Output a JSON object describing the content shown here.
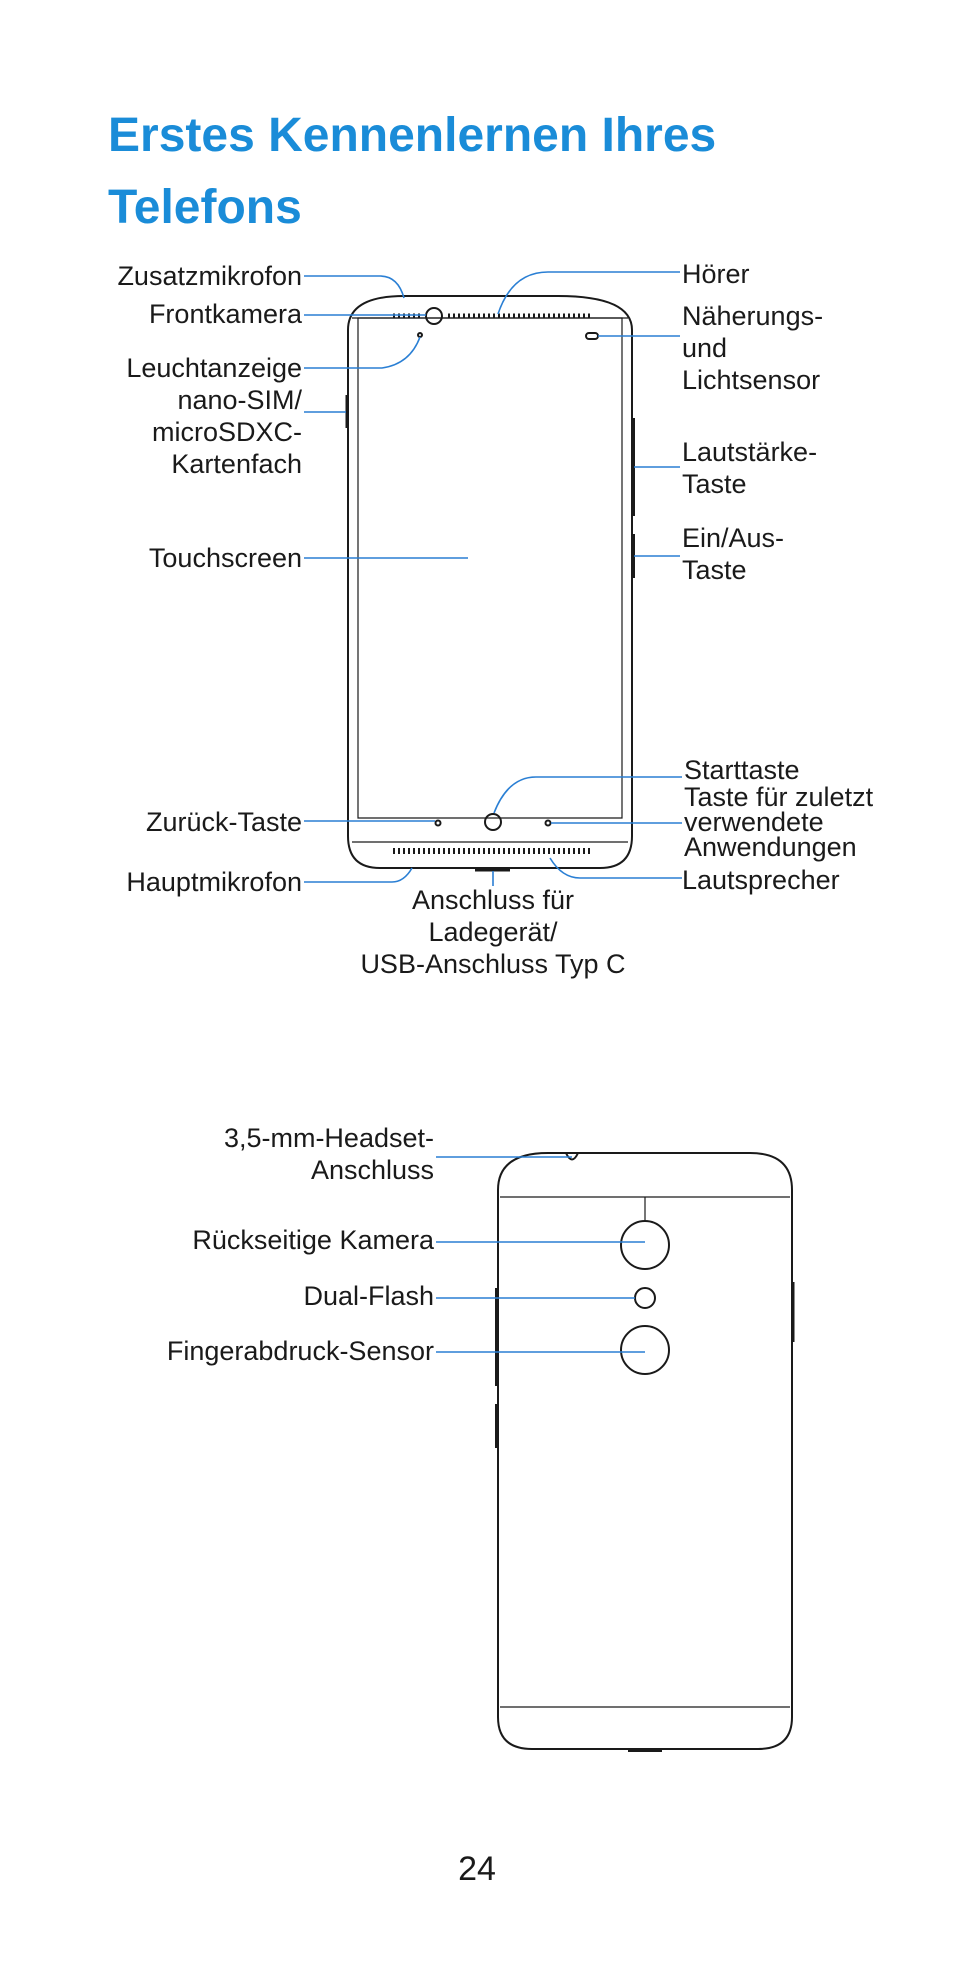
{
  "colors": {
    "accent": "#1a8cd8",
    "leader_line": "#2a7fd4",
    "device_outline": "#1a1a1a"
  },
  "title": "Erstes Kennenlernen Ihres Telefons",
  "front_labels": {
    "zusatzmikrofon": "Zusatzmikrofon",
    "frontkamera": "Frontkamera",
    "leuchtanzeige": "Leuchtanzeige",
    "kartenfach": "nano-SIM/\nmicroSDXC-\nKartenfach",
    "touchscreen": "Touchscreen",
    "zurueck": "Zurück-Taste",
    "hauptmikrofon": "Hauptmikrofon",
    "hoerer": "Hörer",
    "naeherung": "Näherungs-\nund\nLichtsensor",
    "lautstaerke": "Lautstärke-\nTaste",
    "einaus": "Ein/Aus-\nTaste",
    "starttaste": "Starttaste",
    "zuletzt": "Taste für zuletzt\nverwendete\nAnwendungen",
    "lautsprecher": "Lautsprecher",
    "anschluss": "Anschluss für\nLadegerät/\nUSB-Anschluss Typ C"
  },
  "back_labels": {
    "headset": "3,5-mm-Headset-\nAnschluss",
    "kamera": "Rückseitige Kamera",
    "flash": "Dual-Flash",
    "fingerprint": "Fingerabdruck-Sensor"
  },
  "page_number": "24"
}
